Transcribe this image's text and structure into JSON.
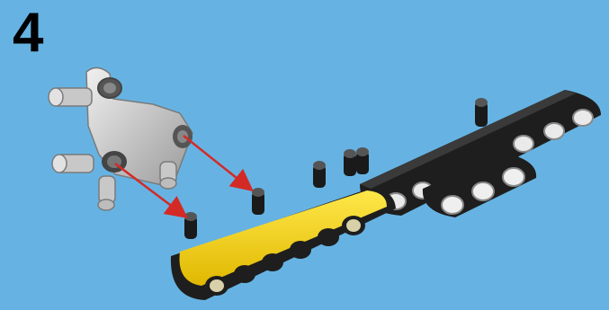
{
  "step": {
    "number": "4"
  },
  "colors": {
    "background": "#66b3e3",
    "beam_black": "#1e1e1e",
    "beam_yellow": "#f3d420",
    "connector_gray": "#d6d6d6",
    "arrow": "#d42a26"
  },
  "parts": [
    {
      "name": "black-beam-long",
      "color": "black"
    },
    {
      "name": "black-beam-short",
      "color": "black"
    },
    {
      "name": "yellow-beam",
      "color": "yellow"
    },
    {
      "name": "gray-cross-connector",
      "color": "gray"
    }
  ],
  "icons": [
    "assembly-arrow-icon"
  ]
}
